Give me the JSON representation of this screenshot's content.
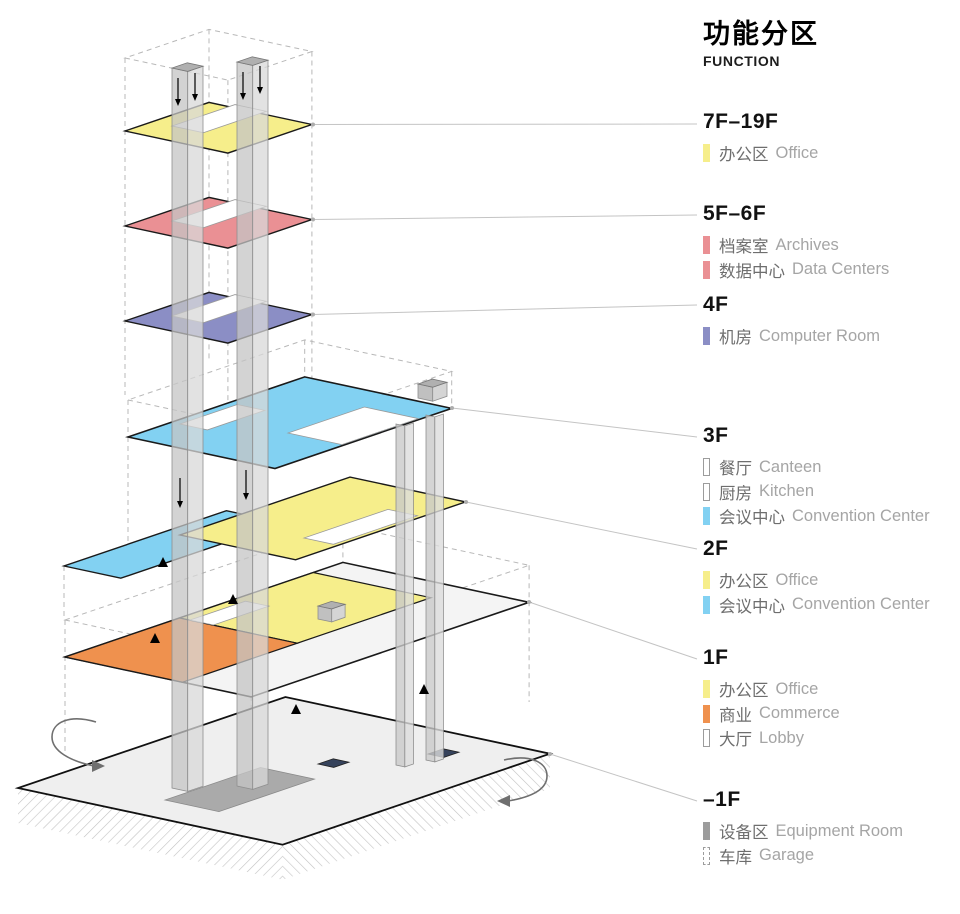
{
  "title": "功能分区",
  "subtitle": "FUNCTION",
  "colors": {
    "office_yellow": "#f6ee8b",
    "archives_pink": "#ea9094",
    "computer_purple": "#8b8ec5",
    "convention_cyan": "#82d1f2",
    "commerce_orange": "#ef914e",
    "equipment_gray": "#9c9c9c",
    "outline_white": "#ffffff"
  },
  "legend": [
    {
      "floor": "7F–19F",
      "items": [
        {
          "zh": "办公区",
          "en": "Office",
          "color": "#f6ee8b",
          "style": "solid"
        }
      ]
    },
    {
      "floor": "5F–6F",
      "items": [
        {
          "zh": "档案室",
          "en": "Archives",
          "color": "#ea9094",
          "style": "solid"
        },
        {
          "zh": "数据中心",
          "en": "Data Centers",
          "color": "#ea9094",
          "style": "solid"
        }
      ]
    },
    {
      "floor": "4F",
      "items": [
        {
          "zh": "机房",
          "en": "Computer Room",
          "color": "#8b8ec5",
          "style": "solid"
        }
      ]
    },
    {
      "floor": "3F",
      "items": [
        {
          "zh": "餐厅",
          "en": "Canteen",
          "color": "#ffffff",
          "style": "outline"
        },
        {
          "zh": "厨房",
          "en": "Kitchen",
          "color": "#ffffff",
          "style": "outline"
        },
        {
          "zh": "会议中心",
          "en": "Convention Center",
          "color": "#82d1f2",
          "style": "solid"
        }
      ]
    },
    {
      "floor": "2F",
      "items": [
        {
          "zh": "办公区",
          "en": "Office",
          "color": "#f6ee8b",
          "style": "solid"
        },
        {
          "zh": "会议中心",
          "en": "Convention Center",
          "color": "#82d1f2",
          "style": "solid"
        }
      ]
    },
    {
      "floor": "1F",
      "items": [
        {
          "zh": "办公区",
          "en": "Office",
          "color": "#f6ee8b",
          "style": "solid"
        },
        {
          "zh": "商业",
          "en": "Commerce",
          "color": "#ef914e",
          "style": "solid"
        },
        {
          "zh": "大厅",
          "en": "Lobby",
          "color": "#ffffff",
          "style": "outline"
        }
      ]
    },
    {
      "floor": "–1F",
      "items": [
        {
          "zh": "设备区",
          "en": "Equipment Room",
          "color": "#9c9c9c",
          "style": "solid"
        },
        {
          "zh": "车库",
          "en": "Garage",
          "color": "#ffffff",
          "style": "dashed"
        }
      ]
    }
  ]
}
